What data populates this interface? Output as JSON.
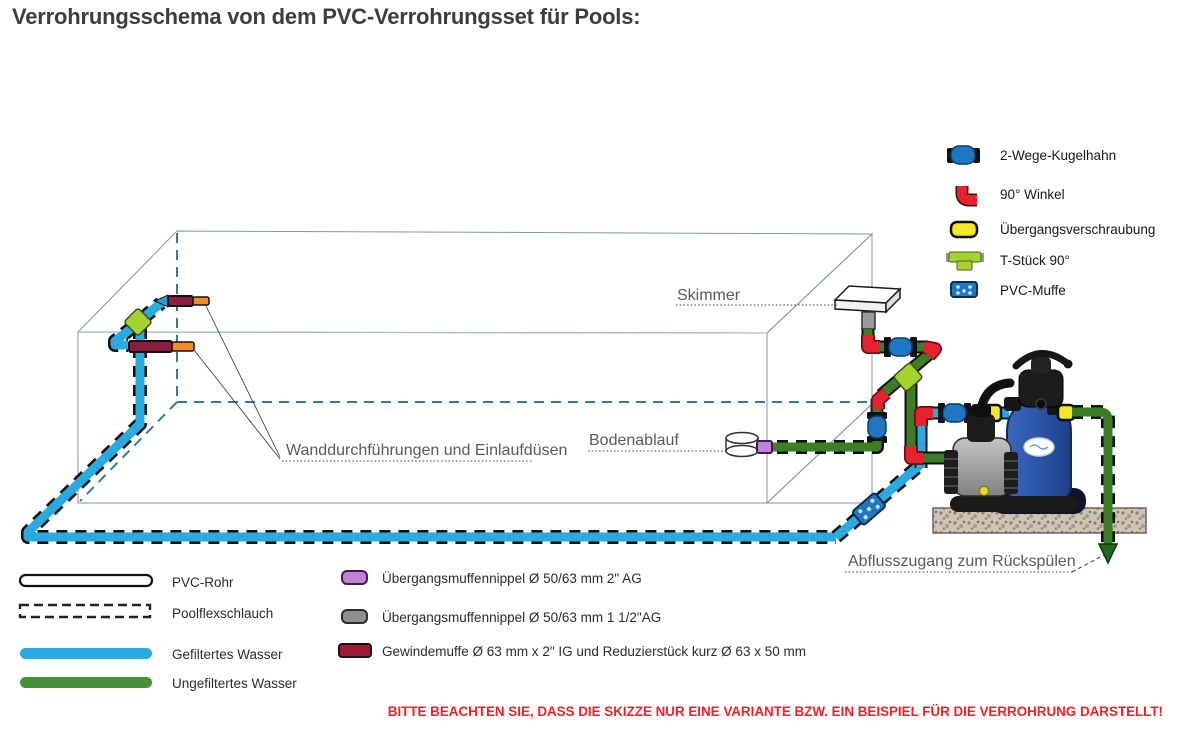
{
  "title": "Verrohrungsschema von dem PVC-Verrohrungsset für Pools:",
  "diagram": {
    "labels": {
      "skimmer": "Skimmer",
      "bodenablauf": "Bodenablauf",
      "wanddurchfuehrungen": "Wanddurchführungen und Einlaufdüsen",
      "abflusszugang": "Abflusszugang zum Rückspülen"
    }
  },
  "legend_fittings": {
    "items": [
      {
        "label": "2-Wege-Kugelhahn",
        "icon": "ball-valve-icon"
      },
      {
        "label": "90° Winkel",
        "icon": "elbow-90-icon"
      },
      {
        "label": "Übergangsverschraubung",
        "icon": "transition-union-icon"
      },
      {
        "label": "T-Stück 90°",
        "icon": "tee-90-icon"
      },
      {
        "label": "PVC-Muffe",
        "icon": "pvc-socket-icon"
      }
    ]
  },
  "legend_lines": {
    "items": [
      {
        "label": "PVC-Rohr",
        "icon": "pvc-pipe-swatch",
        "color": "#ffffff"
      },
      {
        "label": "Poolflexschlauch",
        "icon": "flex-hose-swatch",
        "color": "#ffffff"
      },
      {
        "label": "Gefiltertes Wasser",
        "icon": "filtered-water-swatch",
        "color": "#29abe2"
      },
      {
        "label": "Ungefiltertes Wasser",
        "icon": "unfiltered-water-swatch",
        "color": "#47903a"
      }
    ]
  },
  "legend_adapters": {
    "items": [
      {
        "label": "Übergangsmuffennippel Ø 50/63 mm 2\" AG",
        "color": "#c77fd6"
      },
      {
        "label": "Übergangsmuffennippel Ø 50/63 mm 1 1/2\"AG",
        "color": "#8c9091"
      },
      {
        "label": "Gewindemuffe Ø 63  mm x 2\" IG und Reduzierstück kurz Ø 63 x 50 mm",
        "color": "#9e1b32"
      }
    ]
  },
  "warning": "BITTE BEACHTEN SIE, DASS DIE SKIZZE NUR EINE VARIANTE BZW. EIN BEISPIEL FÜR DIE VERROHRUNG DARSTELLT!",
  "colors": {
    "filtered_water": "#29abe2",
    "unfiltered_water": "#47903a",
    "pipe_green": "#3c7d26",
    "elbow_red": "#e8212e",
    "fitting_yellow": "#f4e824",
    "tee_yellowgreen": "#a3d32f",
    "ball_valve_blue": "#1e77c0",
    "nozzle_maroon": "#8c1d40",
    "nozzle_orange": "#f68b28",
    "warning_red": "#ec2227",
    "pool_water": "#e2f4f9"
  }
}
